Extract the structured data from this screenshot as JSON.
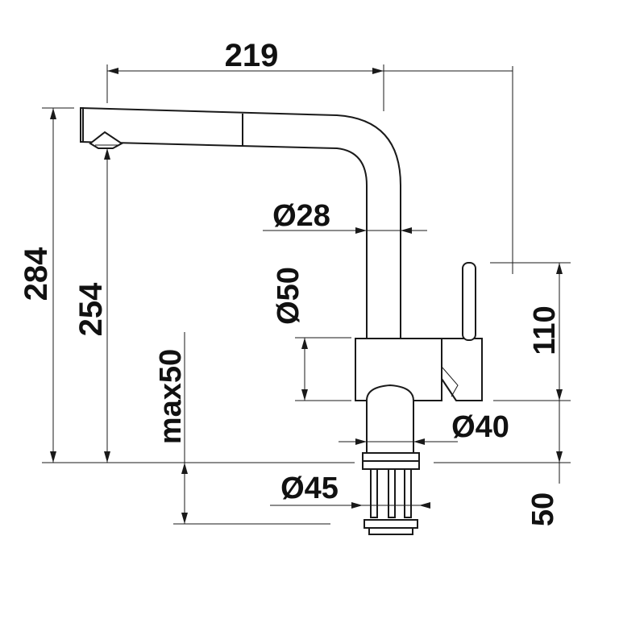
{
  "drawing": {
    "subject": "faucet-dimension-drawing",
    "line_color": "#1a1a1a",
    "background": "#ffffff"
  },
  "dimensions": {
    "overall_reach": "219",
    "total_height": "284",
    "spout_height": "254",
    "counter_thickness": "max50",
    "spout_diameter": "Ø28",
    "body_diameter": "Ø50",
    "lever_height": "110",
    "base_diameter": "Ø40",
    "mount_hole_diameter": "Ø45",
    "below_counter_depth": "50"
  }
}
